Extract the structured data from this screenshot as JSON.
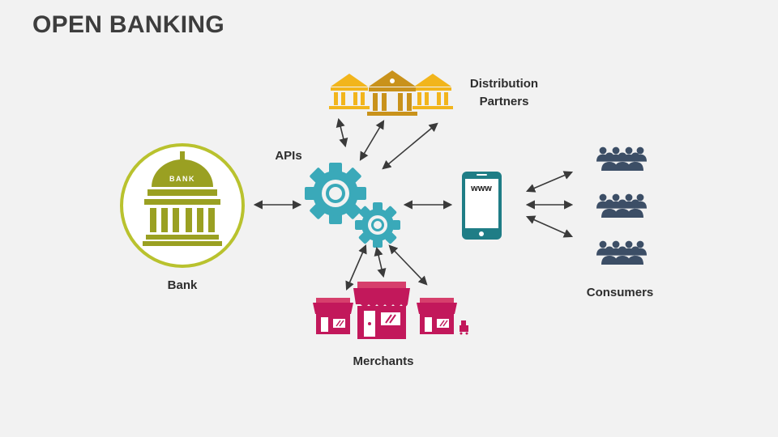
{
  "title": "OPEN BANKING",
  "nodes": {
    "bank": {
      "label": "Bank",
      "badge": "BANK"
    },
    "apis": {
      "label": "APIs"
    },
    "distribution": {
      "label_line1": "Distribution",
      "label_line2": "Partners"
    },
    "merchants": {
      "label": "Merchants"
    },
    "consumers": {
      "label": "Consumers"
    },
    "phone": {
      "screen_text": "www"
    }
  },
  "colors": {
    "bank": "#9aa022",
    "bank_ring": "#b9c22e",
    "gears": "#3aa9b9",
    "distribution": "#f2b51c",
    "distribution_center": "#c9921b",
    "merchants": "#c2185b",
    "merchants_light": "#d63f6c",
    "phone": "#1f7d86",
    "consumers": "#3c4e66",
    "arrows": "#3a3a3a"
  }
}
